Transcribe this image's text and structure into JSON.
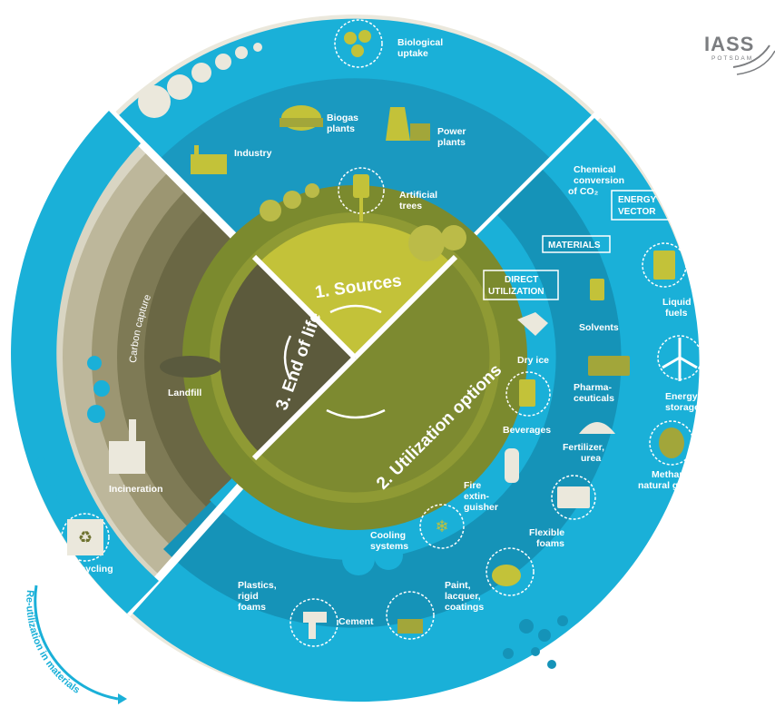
{
  "logo": {
    "name": "IASS",
    "sub": "POTSDAM"
  },
  "sections": {
    "sources": "1. Sources",
    "utilization": "2. Utilization options",
    "end_of_life": "3. End of life"
  },
  "sources_items": {
    "biological_uptake": [
      "Biological",
      "uptake"
    ],
    "biogas": [
      "Biogas",
      "plants"
    ],
    "power": [
      "Power",
      "plants"
    ],
    "industry": [
      "Industry"
    ],
    "artificial_trees": [
      "Artificial",
      "trees"
    ]
  },
  "chemical_conversion": [
    "Chemical",
    "conversion",
    "of CO₂"
  ],
  "boxes": {
    "energy_vector": [
      "ENERGY",
      "VECTOR"
    ],
    "materials": [
      "MATERIALS"
    ],
    "direct_utilization": [
      "DIRECT",
      "UTILIZATION"
    ]
  },
  "energy_items": {
    "liquid_fuels": [
      "Liquid",
      "fuels"
    ],
    "energy_storage": [
      "Energy",
      "storage"
    ],
    "methane": [
      "Methane,",
      "natural gas"
    ]
  },
  "material_items": {
    "solvents": [
      "Solvents"
    ],
    "pharma": [
      "Pharma-",
      "ceuticals"
    ],
    "fertilizer": [
      "Fertilizer,",
      "urea"
    ],
    "flexible_foams": [
      "Flexible",
      "foams"
    ],
    "paint": [
      "Paint,",
      "lacquer,",
      "coatings"
    ],
    "cement": [
      "Cement"
    ],
    "plastics": [
      "Plastics,",
      "rigid",
      "foams"
    ]
  },
  "direct_items": {
    "dry_ice": [
      "Dry ice"
    ],
    "beverages": [
      "Beverages"
    ],
    "fire": [
      "Fire",
      "extin-",
      "guisher"
    ],
    "cooling": [
      "Cooling",
      "systems"
    ]
  },
  "eol_items": {
    "landfill": [
      "Landfill"
    ],
    "incineration": [
      "Incineration"
    ],
    "recycling": [
      "Recycling"
    ],
    "carbon_capture": "Carbon capture",
    "reutilization": "Re-utilization in materials"
  },
  "colors": {
    "blue": "#1ab0d8",
    "dark_blue": "#1593b8",
    "olive": "#a2a63a",
    "dark_olive": "#6f7330",
    "brown": "#5c5a3c",
    "beige": "#d9d5c3"
  }
}
